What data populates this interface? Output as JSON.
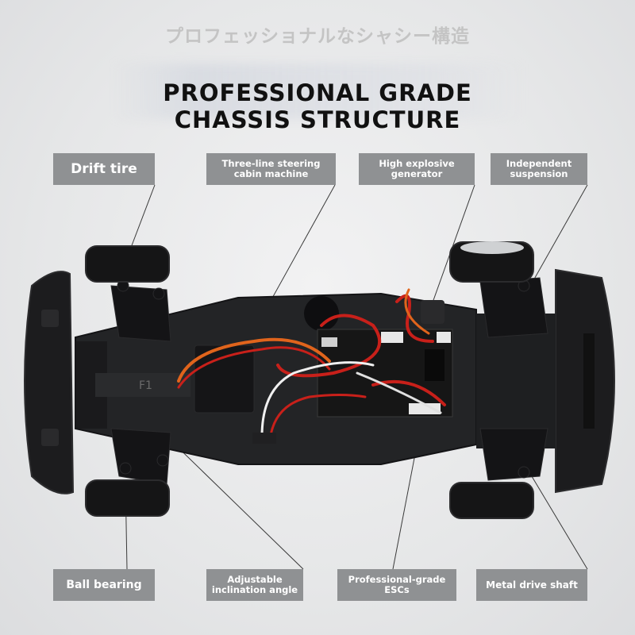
{
  "header": {
    "japanese_title": "プロフェッショナルなシャシー構造",
    "title_line1": "PROFESSIONAL GRADE",
    "title_line2": "CHASSIS STRUCTURE"
  },
  "labels": {
    "drift_tire": "Drift tire",
    "steering_line1": "Three-line steering",
    "steering_line2": "cabin machine",
    "generator_line1": "High explosive",
    "generator_line2": "generator",
    "suspension_line1": "Independent",
    "suspension_line2": "suspension",
    "ball_bearing": "Ball bearing",
    "adjustable_line1": "Adjustable",
    "adjustable_line2": "inclination angle",
    "esc_line1": "Professional-grade",
    "esc_line2": "ESCs",
    "drive_shaft": "Metal drive shaft"
  },
  "chassis_marking": "F1",
  "colors": {
    "label_bg": "#8f9193",
    "label_text": "#ffffff",
    "headline": "#111111",
    "japanese": "#c4c4c4",
    "chassis": "#1e1f21",
    "wire_orange": "#e0641c",
    "wire_red": "#c8201a",
    "pcb": "#1a1a1a"
  }
}
